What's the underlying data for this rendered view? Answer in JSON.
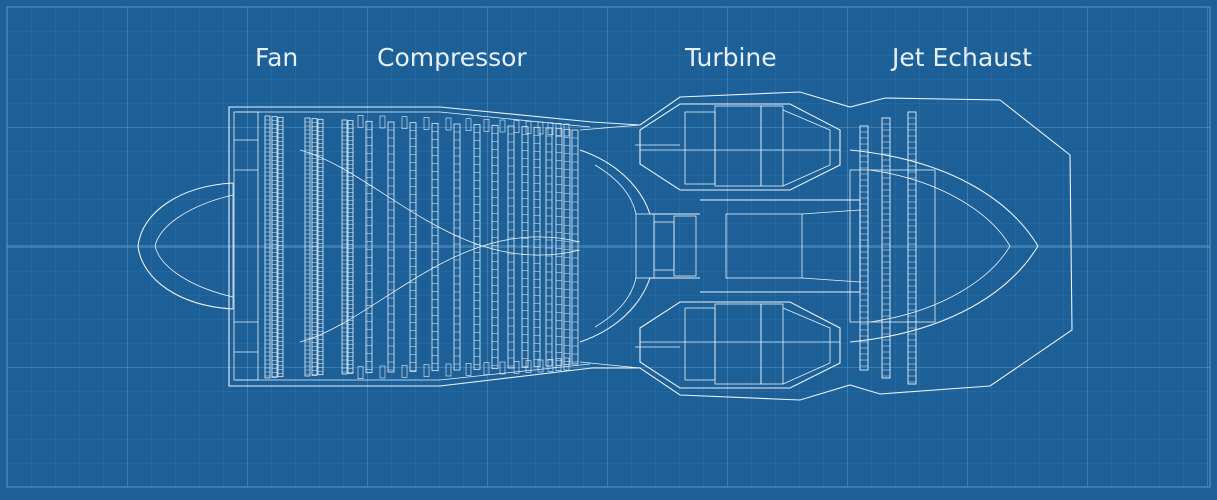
{
  "sections": {
    "fan": "Fan",
    "compressor": "Compressor",
    "turbine": "Turbine",
    "exhaust": "Jet Echaust"
  },
  "colors": {
    "background": "#1d5f97",
    "grid_minor": "#3a7ab1",
    "grid_major": "#5b97c9",
    "line": "#e9f2fb"
  }
}
